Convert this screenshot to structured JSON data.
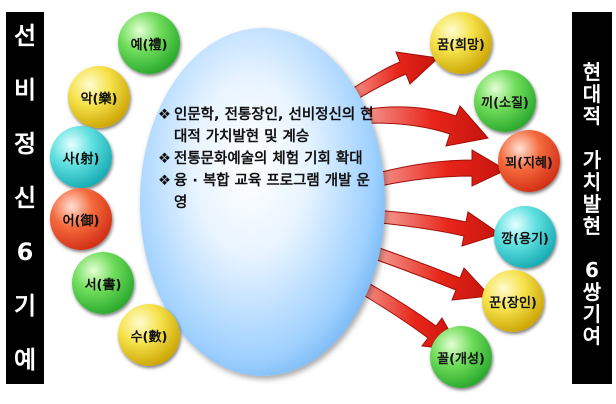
{
  "left_title": [
    "선",
    "비",
    "정",
    "신",
    "6",
    "기",
    "예"
  ],
  "right_title_col1": [
    "현",
    "대",
    "적",
    "",
    "가",
    "치",
    "발",
    "현"
  ],
  "right_title_col2": [
    "",
    "",
    "",
    "",
    "",
    "",
    "",
    "",
    "6",
    "쌍",
    "기",
    "여"
  ],
  "left_circles": [
    "예(禮)",
    "악(樂)",
    "사(射)",
    "어(御)",
    "서(書)",
    "수(數)"
  ],
  "right_circles": [
    "꿈(희망)",
    "끼(소질)",
    "꾀(지혜)",
    "깡(용기)",
    "꾼(장인)",
    "꼴(개성)"
  ],
  "center_bullet_mark": "❖",
  "center_bullets": [
    "인문학, 전통장인, 선비정신의 현대적 가치발현 및 계승",
    "전통문화예술의 체험 기회 확대",
    "융 · 복합 교육 프로그램 개발 운영"
  ],
  "colors": {
    "yellow": "#f5e24a",
    "green": "#2fbf35",
    "cyan": "#12a7b0",
    "red": "#d33a1a",
    "ellipse": "#4a9ae6",
    "arrow": "#e8251a"
  }
}
